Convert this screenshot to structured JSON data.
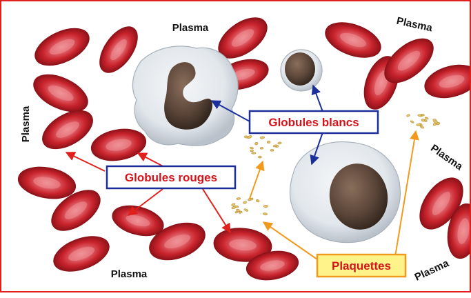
{
  "labels": {
    "plasma": "Plasma",
    "globules_blancs": "Globules blancs",
    "globules_rouges": "Globules rouges",
    "plaquettes": "Plaquettes"
  },
  "colors": {
    "frame": "#e0201c",
    "red_cell": "#c8232c",
    "red_cell_center": "#e97a80",
    "white_cell": "#e4e9ee",
    "nucleus": "#5a4538",
    "platelet": "#e3c26a",
    "arrow_red": "#e0201c",
    "arrow_blue": "#1b2f9b",
    "arrow_orange": "#f29a1e",
    "box_blue_border": "#1b2f9b",
    "box_orange_fill": "#fff38a",
    "box_orange_border": "#f29a1e",
    "text_red": "#d4141a"
  }
}
